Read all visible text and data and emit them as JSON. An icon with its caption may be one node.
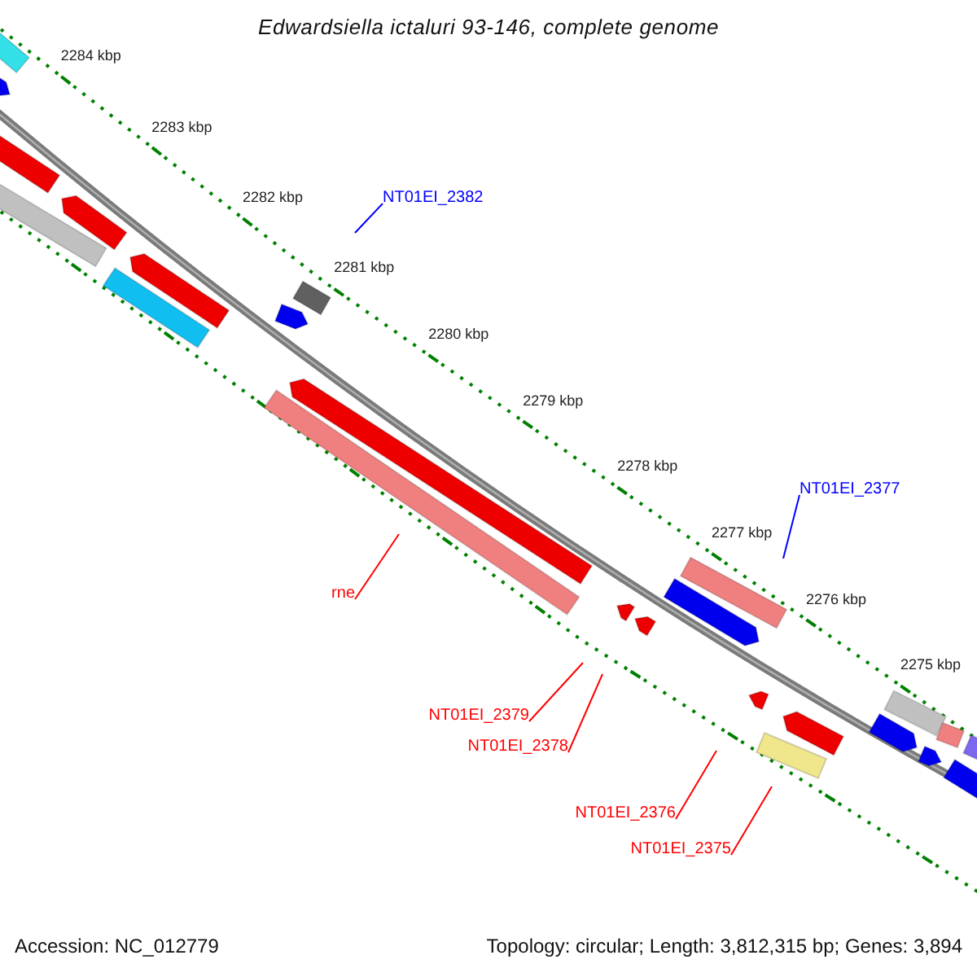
{
  "diagram": {
    "title": "Edwardsiella ictaluri 93-146, complete genome",
    "nodes": [
      {
        "text": [
          "NT01EI_2382"
        ]
      },
      {
        "text": [
          "NT01EI_2377"
        ]
      },
      {
        "text": [
          "rne"
        ]
      },
      {
        "text": [
          "NT01EI_2379"
        ]
      },
      {
        "text": [
          "NT01EI_2378"
        ]
      },
      {
        "text": [
          "NT01EI_2376"
        ]
      },
      {
        "text": [
          "NT01EI_2375"
        ]
      }
    ],
    "edges": [
      {
        "from": 0,
        "to": null,
        "arrow": "none",
        "color": "#0000ff"
      },
      {
        "from": 1,
        "to": null,
        "arrow": "none",
        "color": "#0000ff"
      },
      {
        "from": 2,
        "to": null,
        "arrow": "none"
      },
      {
        "from": 3,
        "to": null,
        "arrow": "none"
      },
      {
        "from": 4,
        "to": null,
        "arrow": "none"
      },
      {
        "from": 5,
        "to": null,
        "arrow": "none"
      },
      {
        "from": 6,
        "to": null,
        "arrow": "none"
      }
    ],
    "labels": [
      "2284 kbp",
      "2283 kbp",
      "2282 kbp",
      "2281 kbp",
      "2280 kbp",
      "2279 kbp",
      "2278 kbp",
      "2277 kbp",
      "2276 kbp",
      "2275 kbp",
      "Accession: NC_012779",
      "Topology: circular; Length: 3,812,315 bp; Genes: 3,894"
    ]
  }
}
